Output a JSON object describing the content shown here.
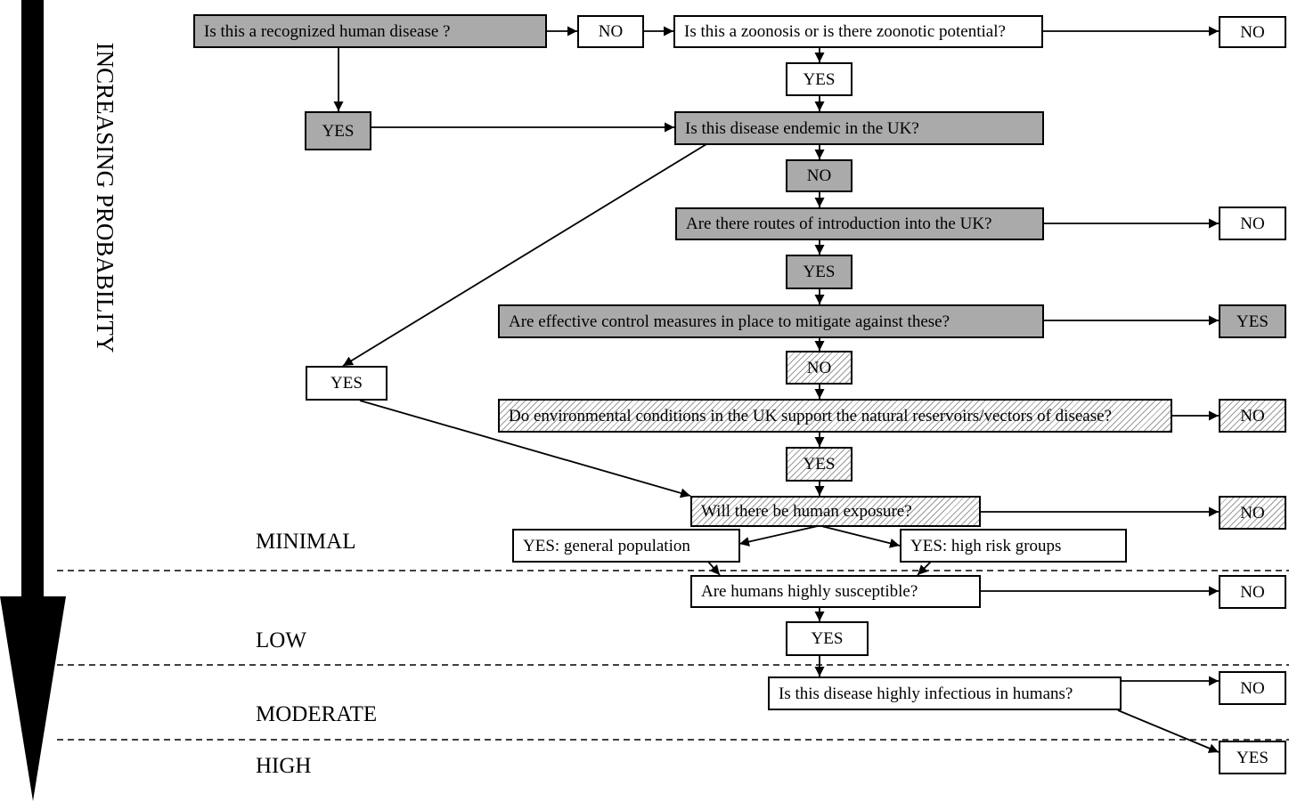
{
  "axis_label": "INCREASING PROBABILITY",
  "levels": {
    "minimal": "MINIMAL",
    "low": "LOW",
    "moderate": "MODERATE",
    "high": "HIGH"
  },
  "boxes": {
    "q_recognized": "Is this a recognized human disease ?",
    "a_no_1": "NO",
    "q_zoonosis": "Is this a zoonosis or is there zoonotic potential?",
    "a_no_zoonosis": "NO",
    "a_yes_zoonosis": "YES",
    "a_yes_recognized": "YES",
    "q_endemic": "Is this disease endemic in the UK?",
    "a_no_endemic": "NO",
    "q_routes": "Are there routes of introduction into the UK?",
    "a_no_routes": "NO",
    "a_yes_routes": "YES",
    "q_control": "Are effective control measures in place to mitigate against these?",
    "a_yes_control": "YES",
    "a_no_control": "NO",
    "a_yes_endemic": "YES",
    "q_environment": "Do environmental conditions in the UK support the natural reservoirs/vectors of disease?",
    "a_no_environment": "NO",
    "a_yes_environment": "YES",
    "q_exposure": "Will there be human exposure?",
    "a_no_exposure": "NO",
    "a_yes_general": "YES: general population",
    "a_yes_highrisk": "YES: high risk groups",
    "q_susceptible": "Are humans highly susceptible?",
    "a_no_susceptible": "NO",
    "a_yes_susceptible": "YES",
    "q_infectious": "Is this disease highly infectious in humans?",
    "a_no_infectious": "NO",
    "a_yes_infectious": "YES"
  }
}
